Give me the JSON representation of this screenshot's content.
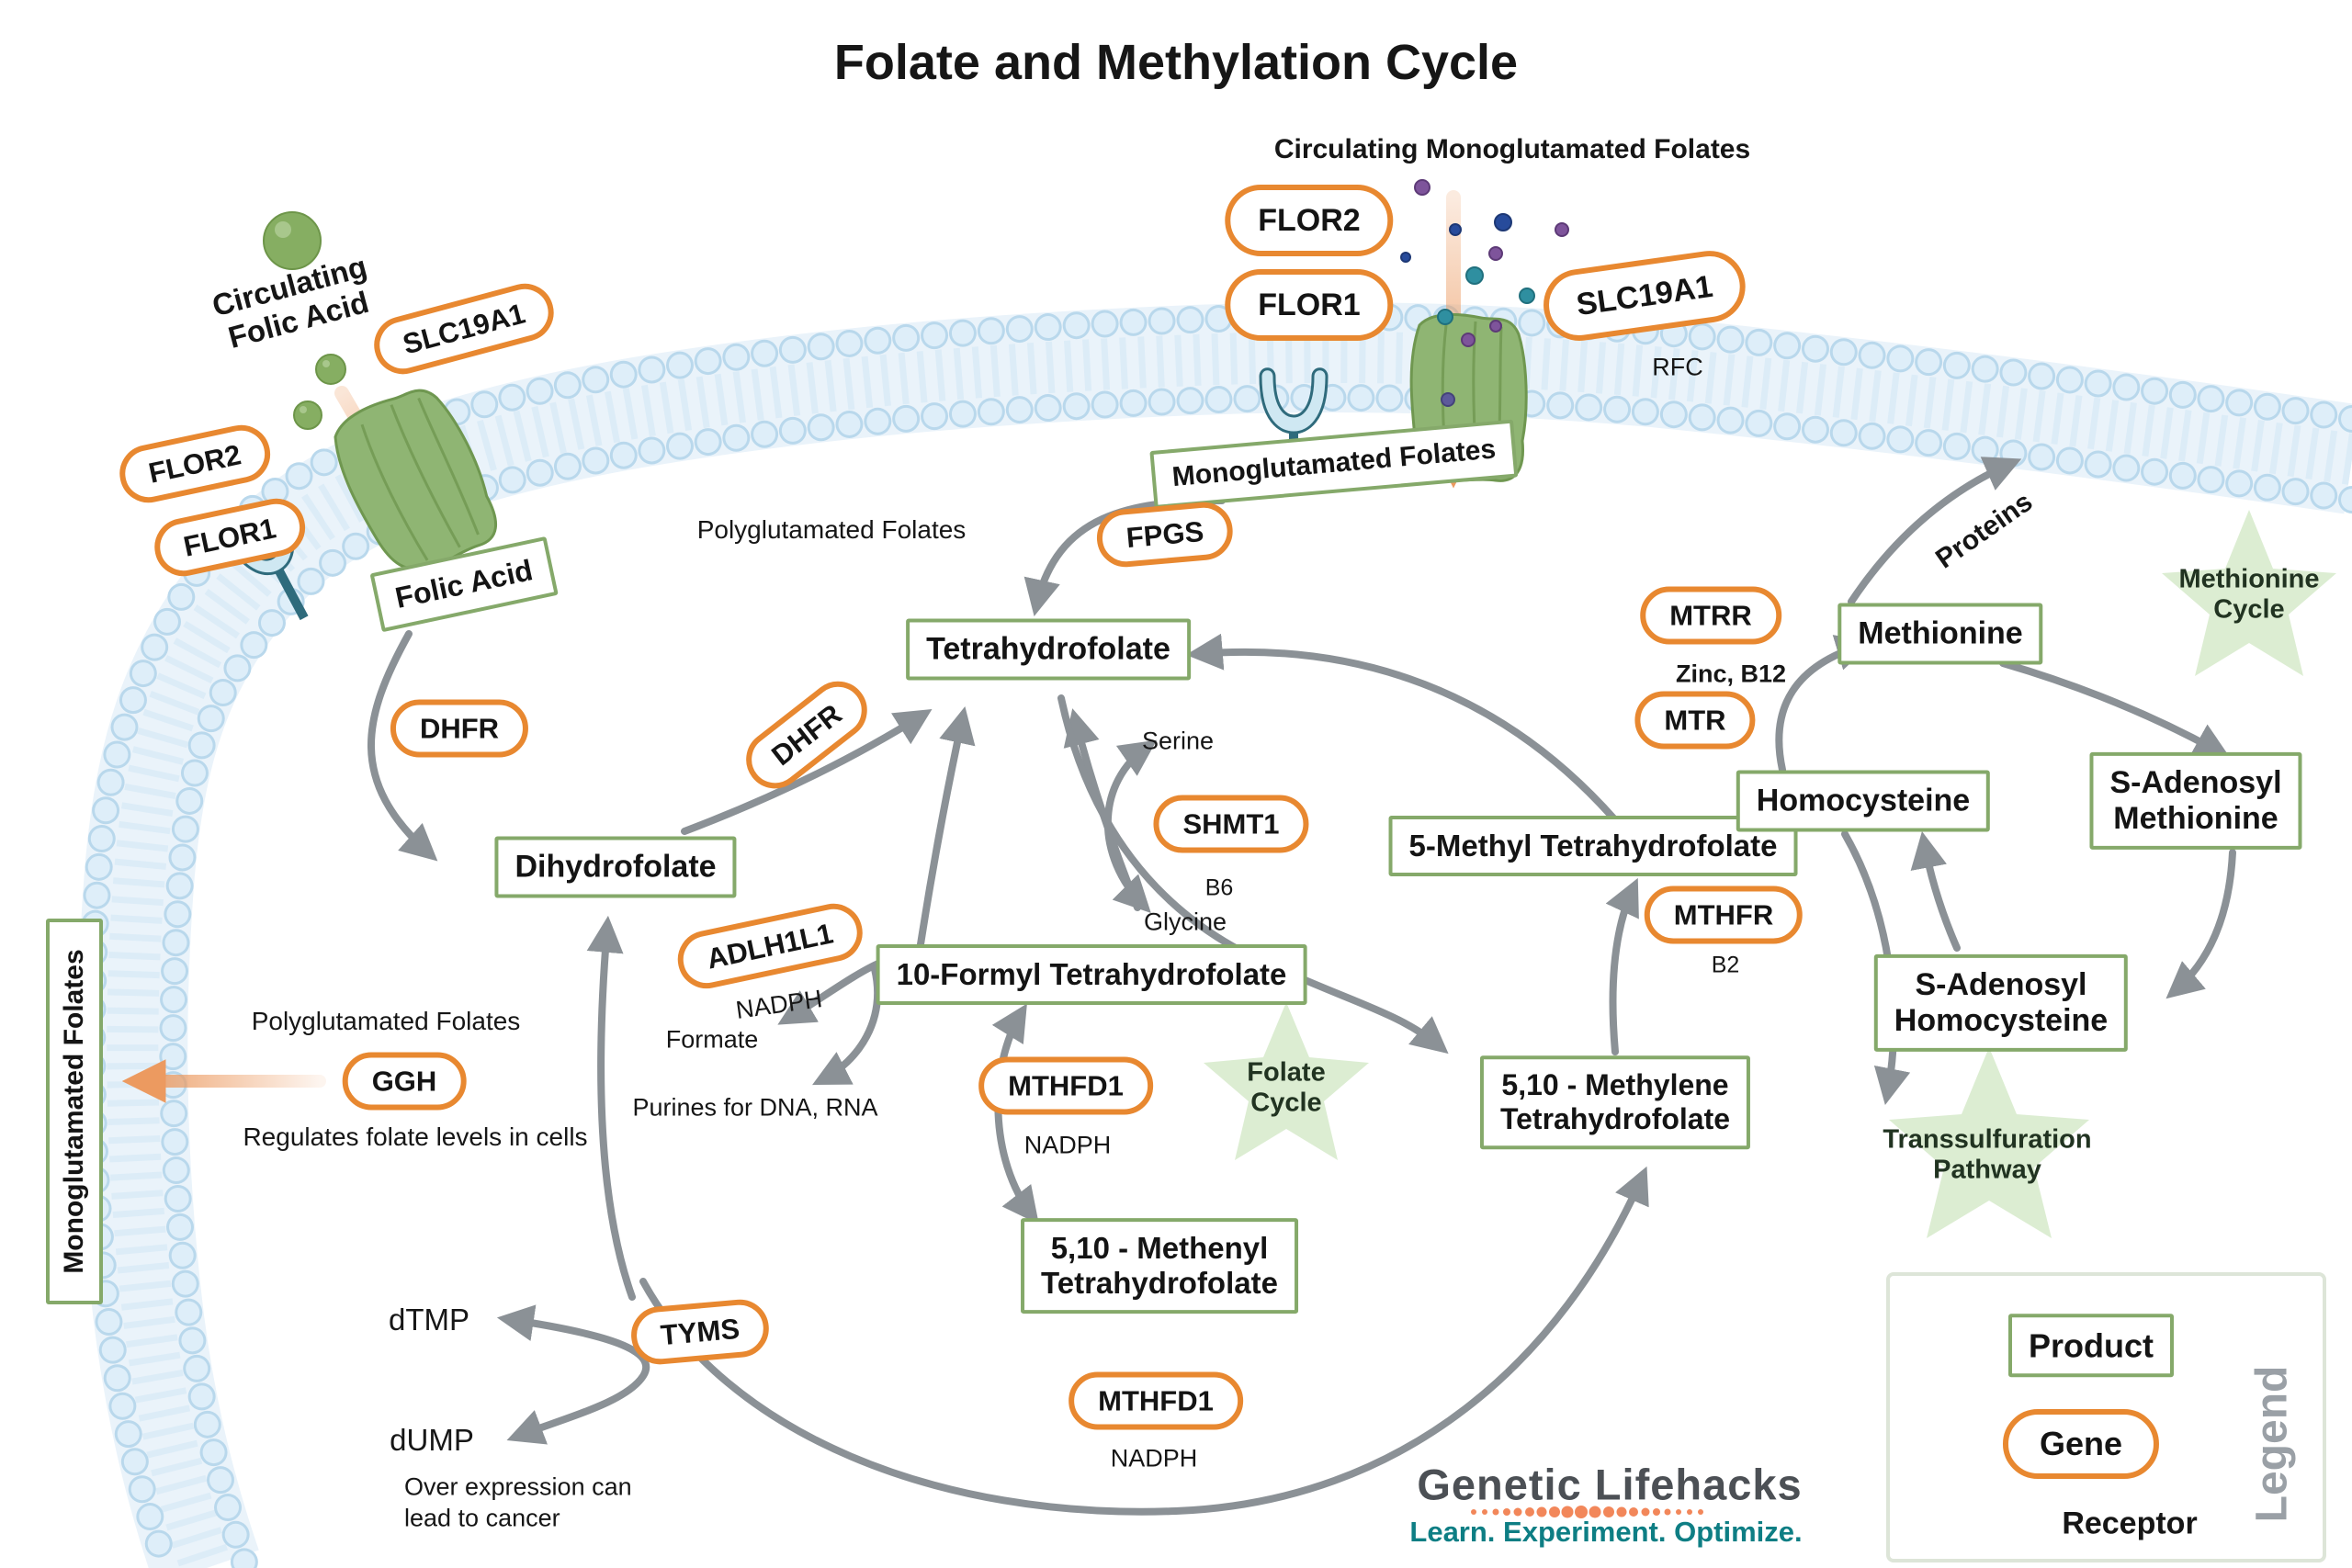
{
  "title": "Folate and Methylation Cycle",
  "colors": {
    "gene_border": "#E88830",
    "product_border": "#85A96A",
    "arrow_gray": "#8B9196",
    "arrow_orange": "#EC9A60",
    "membrane_blue": "#D9ECF8",
    "receptor_teal": "#2F6B7C",
    "transporter_green": "#8FB573",
    "star_green": "#DCEDD2",
    "logo_gray": "#4C5055",
    "logo_teal": "#0E7E84"
  },
  "top": {
    "circulating_mono": "Circulating Monoglutamated Folates",
    "flor2": "FLOR2",
    "flor1": "FLOR1",
    "slc19a1": "SLC19A1",
    "rfc": "RFC",
    "monoglutamated": "Monoglutamated Folates"
  },
  "left": {
    "circulating_line1": "Circulating",
    "circulating_line2": "Folic Acid",
    "slc19a1": "SLC19A1",
    "flor2": "FLOR2",
    "flor1": "FLOR1",
    "folic_acid": "Folic Acid",
    "dhfr": "DHFR",
    "polyglutamated": "Polyglutamated Folates",
    "ggh": "GGH",
    "regulates": "Regulates folate levels in cells",
    "monoglutamated": "Monoglutamated Folates"
  },
  "center": {
    "polyglutamated": "Polyglutamated Folates",
    "fpgs": "FPGS",
    "tetrahydrofolate": "Tetrahydrofolate",
    "dhfr": "DHFR",
    "dihydrofolate": "Dihydrofolate",
    "adlh1l1": "ADLH1L1",
    "nadph_adlh": "NADPH",
    "shmt1": "SHMT1",
    "serine": "Serine",
    "b6": "B6",
    "glycine": "Glycine",
    "five_methyl_thf": "5-Methyl Tetrahydrofolate",
    "mthfr": "MTHFR",
    "b2": "B2",
    "ten_formyl_thf": "10-Formyl Tetrahydrofolate",
    "mthfd1_top": "MTHFD1",
    "nadph_top": "NADPH",
    "methenyl_line1": "5,10 - Methenyl",
    "methenyl_line2": "Tetrahydrofolate",
    "methylene_line1": "5,10 - Methylene",
    "methylene_line2": "Tetrahydrofolate",
    "mthfd1_bottom": "MTHFD1",
    "nadph_bottom": "NADPH",
    "formate": "Formate",
    "purines": "Purines for DNA, RNA"
  },
  "right": {
    "mtrr": "MTRR",
    "zinc_b12": "Zinc, B12",
    "mtr": "MTR",
    "methionine": "Methionine",
    "proteins": "Proteins",
    "homocysteine": "Homocysteine",
    "sam_line1": "S-Adenosyl",
    "sam_line2": "Methionine",
    "sah_line1": "S-Adenosyl",
    "sah_line2": "Homocysteine"
  },
  "bottom": {
    "dtmp": "dTMP",
    "dump": "dUMP",
    "tyms": "TYMS",
    "over_line1": "Over expression can",
    "over_line2": "lead to cancer"
  },
  "stars": {
    "folate_line1": "Folate",
    "folate_line2": "Cycle",
    "methionine_line1": "Methionine",
    "methionine_line2": "Cycle",
    "trans_line1": "Transsulfuration",
    "trans_line2": "Pathway"
  },
  "legend": {
    "title": "Legend",
    "product": "Product",
    "gene": "Gene",
    "receptor": "Receptor"
  },
  "logo": {
    "name": "Genetic Lifehacks",
    "tagline": "Learn. Experiment. Optimize."
  }
}
